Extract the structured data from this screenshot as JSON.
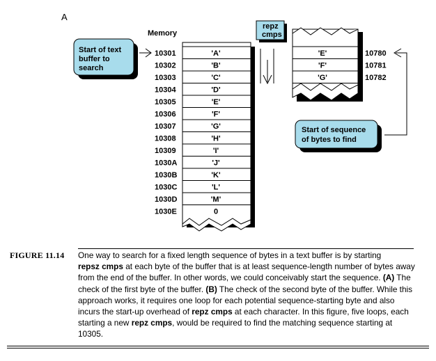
{
  "diagram": {
    "panel_label": "A",
    "memory_heading": "Memory",
    "buffer_addresses": [
      "10301",
      "10302",
      "10303",
      "10304",
      "10305",
      "10306",
      "10307",
      "10308",
      "10309",
      "1030A",
      "1030B",
      "1030C",
      "1030D",
      "1030E"
    ],
    "buffer_values": [
      "'A'",
      "'B'",
      "'C'",
      "'D'",
      "'E'",
      "'F'",
      "'G'",
      "'H'",
      "'I'",
      "'J'",
      "'K'",
      "'L'",
      "'M'",
      "0"
    ],
    "sequence_addresses": [
      "10780",
      "10781",
      "10782"
    ],
    "sequence_values": [
      "'E'",
      "'F'",
      "'G'"
    ],
    "repz_label_line1": "repz",
    "repz_label_line2": "cmps",
    "callout_buffer": [
      "Start of text",
      "buffer to",
      "search"
    ],
    "callout_sequence": [
      "Start of sequence",
      "of bytes to find"
    ],
    "callout_color": "#a8dcec",
    "shadow_color": "#000000"
  },
  "caption": {
    "label": "FIGURE 11.14",
    "p1": "One way to search for a fixed length sequence of bytes in a text buffer is by starting",
    "b1": "repsz cmps",
    "p2": " at each byte of the buffer that is at least sequence-length number of bytes away from the end of the buffer. In other words, we could conceivably start the sequence. ",
    "b2": "(A)",
    "p3": " The check of the first byte of the buffer. ",
    "b3": "(B)",
    "p4": " The check of the second byte of the buffer. While this approach works, it requires one loop for each potential sequence-starting byte and also incurs the start-up overhead of ",
    "b4": "repz cmps",
    "p5": " at each character. In this figure, five loops, each starting a new ",
    "b5": "repz cmps",
    "p6": ", would be required to find the matching sequence starting at 10305."
  }
}
